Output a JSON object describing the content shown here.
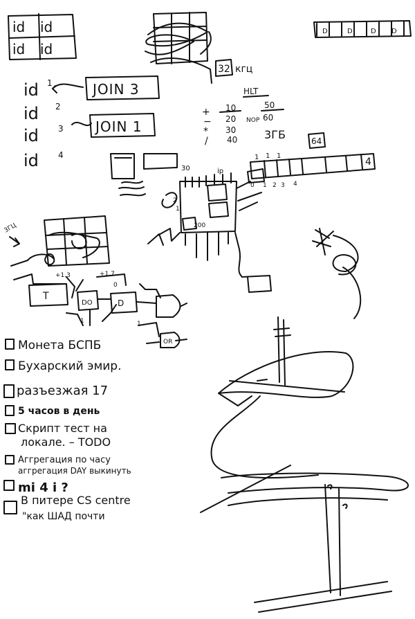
{
  "grid_cells": [
    "id",
    "id",
    "id",
    "id"
  ],
  "size_32": "32",
  "size_32_unit": "кгц",
  "id_rows": [
    "id",
    "id",
    "id",
    "id"
  ],
  "id_superscripts": [
    "1",
    "2",
    "3",
    "4"
  ],
  "join_boxes": [
    "JOIN 3",
    "JOIN 1"
  ],
  "table_header": "HLT",
  "table_rows": [
    {
      "op": "+",
      "a": "10",
      "b": "50"
    },
    {
      "op": "−",
      "a": "20",
      "b": "60"
    },
    {
      "op": "*",
      "a": "30",
      "b": ""
    },
    {
      "op": "/",
      "a": "40",
      "b": ""
    }
  ],
  "nop_label": "NOP",
  "size_3gb": "3ГБ",
  "size_64": "64",
  "memory_strip_cells": [
    "1",
    "1",
    "1"
  ],
  "memory_strip_end": "4",
  "memory_indices": [
    "1",
    "2",
    "3",
    "4"
  ],
  "cpu_label_30": "30",
  "cpu_label_ip": "ip",
  "cpu_label_200": "200",
  "cpu_label_2": "2",
  "cpu_label_1": "1",
  "cpu_label_0": "0",
  "map_label": "3ГЦ",
  "circuit_labels": {
    "t_box": "T",
    "do_box": "DO",
    "d_box": "D",
    "or_box": "OR",
    "plus_13": "+1.3",
    "plus_17": "+1.7",
    "one_low": "1",
    "zero": "0",
    "one_right": "1"
  },
  "todo_items": [
    {
      "text": "Монета БСПБ",
      "checked": false
    },
    {
      "text": "Бухарский эмир.",
      "checked": false
    },
    {
      "text": "разъезжая 17",
      "checked": false
    },
    {
      "text": "5 часов в день",
      "checked": false
    },
    {
      "text": "Скрипт тест на",
      "text2": "локале. – TODO",
      "checked": false
    },
    {
      "text": "Аггрегация по часу",
      "text2": "аггрегация DAY выкинуть",
      "checked": false
    },
    {
      "text": "mi 4 i ?",
      "checked": false
    },
    {
      "text": "В питере CS centre",
      "text2": "\"как ШАД почти",
      "checked": false
    }
  ],
  "top_right_strip": [
    "D",
    "D",
    "D",
    "D"
  ]
}
